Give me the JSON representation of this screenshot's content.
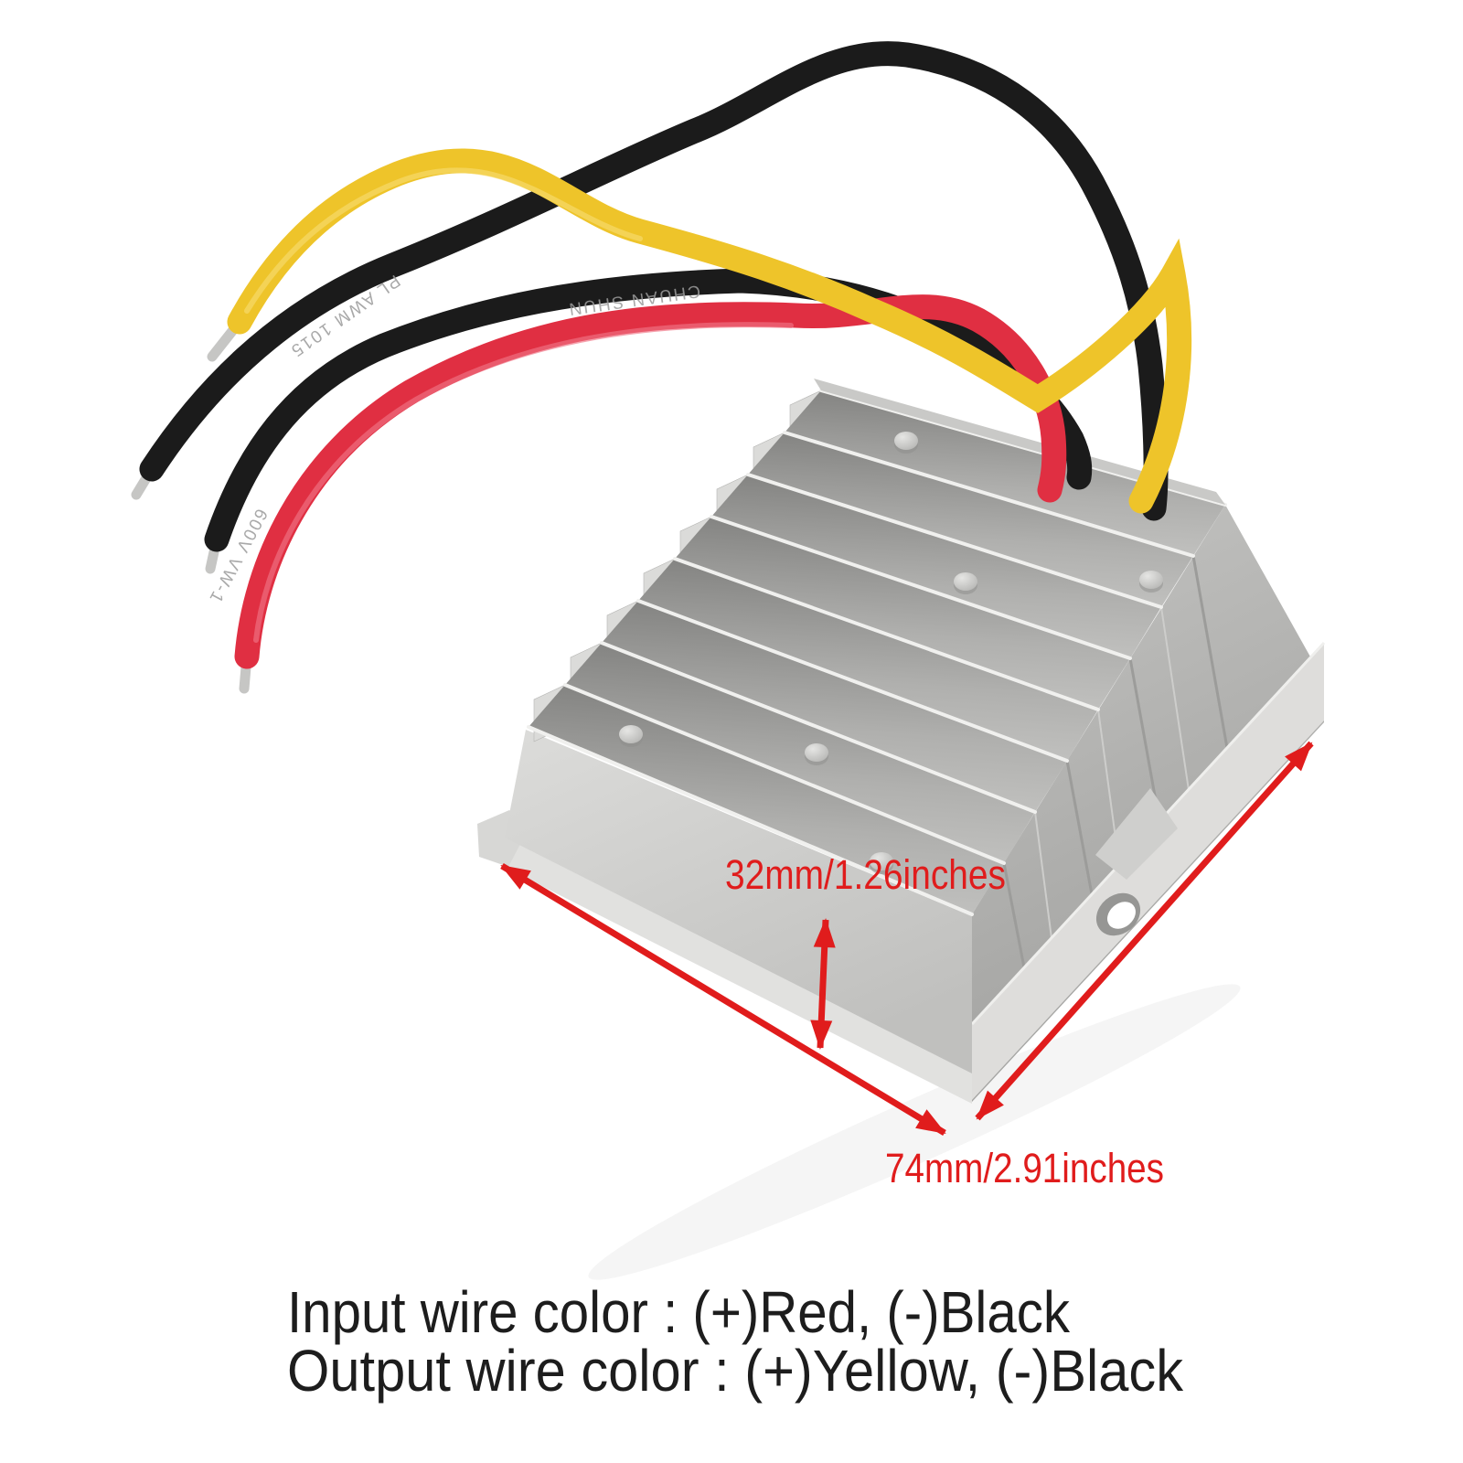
{
  "image": {
    "kind": "product-photo",
    "background": "#ffffff",
    "subject": "aluminum finned heatsink DC voltage converter module with flying leads"
  },
  "annotations": {
    "accent_color": "#e01c1c",
    "height_label": "32mm/1.26inches",
    "base_label": "74mm/2.91inches"
  },
  "caption": {
    "color": "#1d1d1d",
    "line1": "Input wire color : (+)Red, (-)Black",
    "line2": "Output wire color : (+)Yellow, (-)Black"
  },
  "wires": {
    "yellow": {
      "role": "output positive",
      "color": "#eec42a",
      "highlight": "#f6da6a"
    },
    "red": {
      "role": "input positive",
      "color": "#e02f42",
      "highlight": "#ef7384"
    },
    "black_upper": {
      "role": "negative",
      "color": "#1b1b1b"
    },
    "black_lower": {
      "role": "negative",
      "color": "#1b1b1b"
    },
    "tip_color": "#c6c6c4",
    "markings": {
      "m1": "CHUAN SHUN",
      "m2": "PL AWM 1015",
      "m3": "600V VW-1"
    }
  },
  "device": {
    "body_color": "#c3c3c1",
    "fin_count": 9,
    "boss_count": 6,
    "mounting_holes_visible": 1
  }
}
